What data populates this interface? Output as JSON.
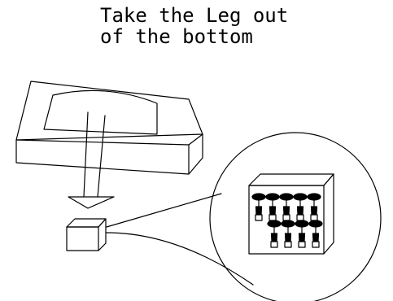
{
  "instruction": {
    "line1": "Take the Leg out",
    "line2": "of the bottom"
  },
  "colors": {
    "stroke": "#000000",
    "background": "#ffffff",
    "fill_dark": "#000000"
  },
  "illustration": {
    "parts": [
      "box-base-with-recess",
      "removal-arrows",
      "small-parts-box",
      "magnified-callout",
      "legs-top-row",
      "legs-bottom-row"
    ],
    "legs_top_row": 5,
    "legs_bottom_row": 4
  }
}
